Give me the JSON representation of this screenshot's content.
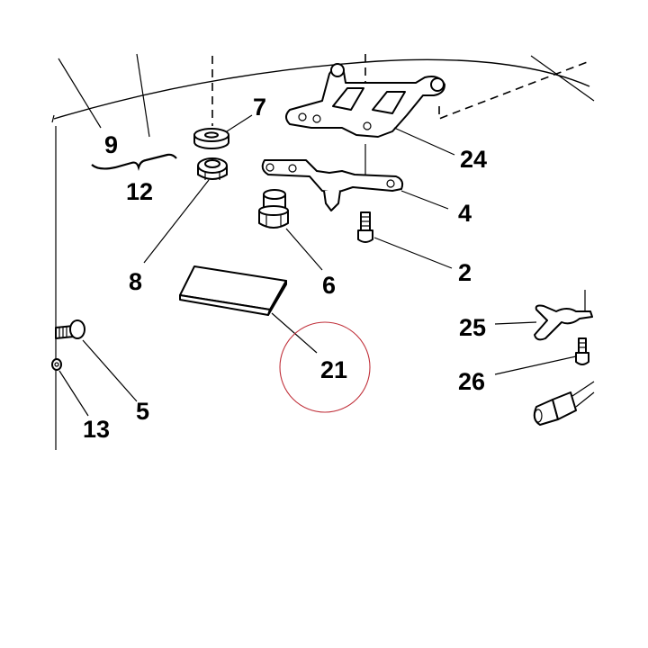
{
  "colors": {
    "background": "#ffffff",
    "ink": "#000000",
    "highlight_circle": "#c0303a"
  },
  "callouts": {
    "c9": "9",
    "c12": "12",
    "c7": "7",
    "c24": "24",
    "c4": "4",
    "c8": "8",
    "c6": "6",
    "c2": "2",
    "c25": "25",
    "c21": "21",
    "c26": "26",
    "c5": "5",
    "c13": "13"
  },
  "highlighted_callout": "21"
}
